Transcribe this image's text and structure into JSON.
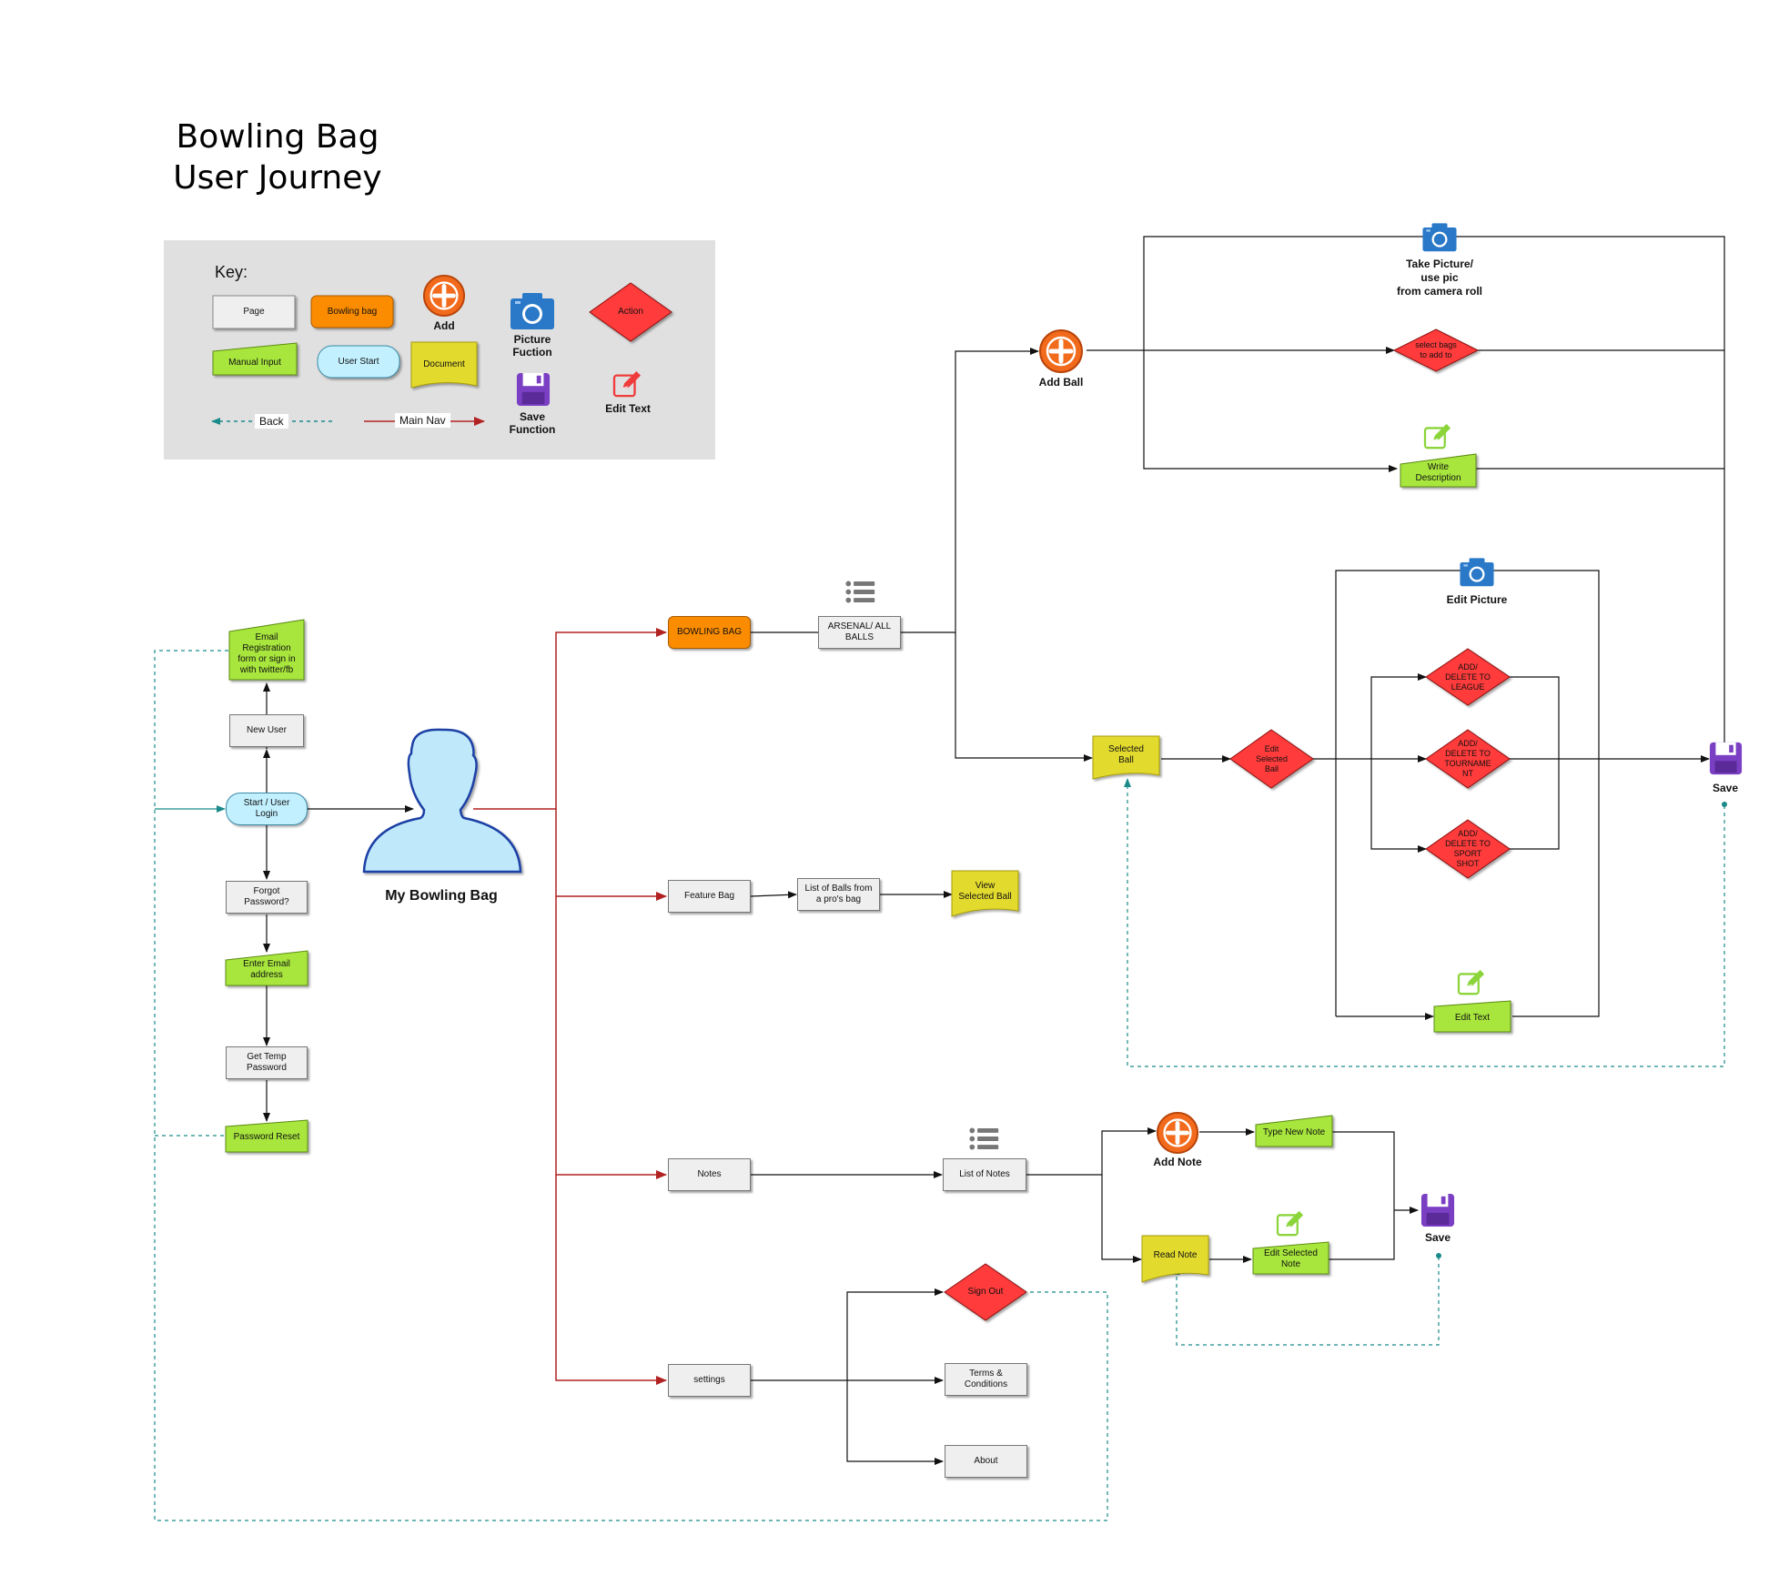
{
  "title": [
    "Bowling Bag",
    "User Journey"
  ],
  "key": {
    "heading": "Key:",
    "page": "Page",
    "bowling_bag": "Bowling bag",
    "add": "Add",
    "picture_function": [
      "Picture",
      "Fuction"
    ],
    "action": "Action",
    "manual_input": "Manual Input",
    "user_start": "User Start",
    "document": "Document",
    "save_function": [
      "Save",
      "Function"
    ],
    "edit_text": "Edit Text",
    "back": "Back",
    "main_nav": "Main Nav"
  },
  "login_flow": {
    "email_registration": [
      "Email",
      "Registration",
      "form or sign in",
      "with twitter/fb"
    ],
    "new_user": "New User",
    "start_login": [
      "Start / User",
      "Login"
    ],
    "forgot_password": [
      "Forgot",
      "Password?"
    ],
    "enter_email": [
      "Enter Email",
      "address"
    ],
    "get_temp_password": [
      "Get Temp",
      "Password"
    ],
    "password_reset": "Password Reset"
  },
  "hub": {
    "label": "My Bowling Bag"
  },
  "nav": {
    "bowling_bag": "BOWLING BAG",
    "feature_bag": "Feature Bag",
    "notes": "Notes",
    "settings": "settings"
  },
  "bag_flow": {
    "arsenal": [
      "ARSENAL/ ALL",
      "BALLS"
    ],
    "add_ball": "Add Ball",
    "take_picture": [
      "Take Picture/",
      "use pic",
      "from camera roll"
    ],
    "select_bags": [
      "select bags",
      "to add to"
    ],
    "write_description": [
      "Write",
      "Description"
    ],
    "selected_ball": [
      "Selected",
      "Ball"
    ],
    "edit_selected_ball": [
      "Edit",
      "Selected",
      "Ball"
    ],
    "edit_picture": "Edit Picture",
    "league": [
      "ADD/",
      "DELETE TO",
      "LEAGUE"
    ],
    "tournament": [
      "ADD/",
      "DELETE TO",
      "TOURNAME",
      "NT"
    ],
    "sport_shot": [
      "ADD/",
      "DELETE TO",
      "SPORT",
      "SHOT"
    ],
    "edit_text": "Edit Text",
    "save": "Save"
  },
  "feature_flow": {
    "list_pro": [
      "List of Balls from",
      "a pro's bag"
    ],
    "view_selected": [
      "View",
      "Selected Ball"
    ]
  },
  "notes_flow": {
    "list_notes": "List of Notes",
    "add_note": "Add Note",
    "type_new_note": "Type New Note",
    "read_note": "Read Note",
    "edit_selected_note": [
      "Edit Selected",
      "Note"
    ],
    "save": "Save"
  },
  "settings_flow": {
    "sign_out": "Sign Out",
    "terms": [
      "Terms &",
      "Conditions"
    ],
    "about": "About"
  },
  "colors": {
    "main_nav": "#b22222",
    "back": "#1a8a8a",
    "green": "#a8e63c",
    "yellow": "#e3da2f",
    "orange": "#fb8c00",
    "red": "#ff3b3b",
    "blue": "#2a79c8",
    "purple": "#7b3fc4",
    "add_orange": "#f26a1b"
  }
}
